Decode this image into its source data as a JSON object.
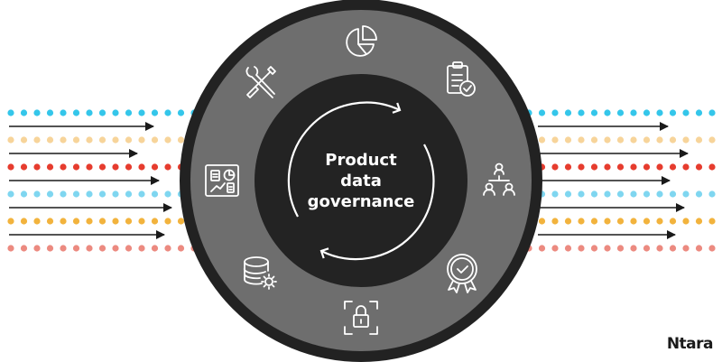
{
  "center": {
    "line1": "Product",
    "line2": "data",
    "line3": "governance"
  },
  "brand": "Ntara",
  "colors": {
    "outer_ring": "#222222",
    "middle_ring": "#6e6e6e",
    "inner_circle": "#232323",
    "icon_stroke": "#ffffff",
    "arrow": "#1a1a1a",
    "dot_cyan": "#34c6ea",
    "dot_peach": "#f7d49a",
    "dot_red": "#e63c2e",
    "dot_sky": "#7fd6f0",
    "dot_amber": "#f2b33d",
    "dot_salmon": "#ec8a80"
  },
  "flow_rows": [
    {
      "color": "dot_cyan",
      "arrow_row": true
    },
    {
      "color": "dot_peach",
      "arrow_row": true
    },
    {
      "color": "dot_red",
      "arrow_row": true
    },
    {
      "color": "dot_sky",
      "arrow_row": true
    },
    {
      "color": "dot_amber",
      "arrow_row": true
    },
    {
      "color": "dot_salmon",
      "arrow_row": false
    }
  ],
  "icons": [
    "pie-chart-icon",
    "clipboard-check-icon",
    "org-chart-icon",
    "award-badge-icon",
    "padlock-scan-icon",
    "database-gear-icon",
    "dashboard-icon",
    "wrench-screwdriver-icon"
  ]
}
